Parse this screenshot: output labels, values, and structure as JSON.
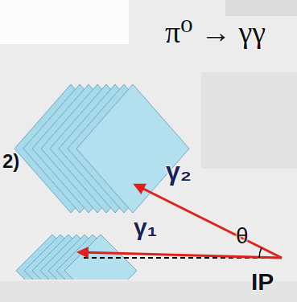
{
  "diagram": {
    "labels": [
      "π⁰ → γγ",
      "2)",
      "γ₂",
      "γ₁",
      "θ",
      "IP"
    ]
  }
}
